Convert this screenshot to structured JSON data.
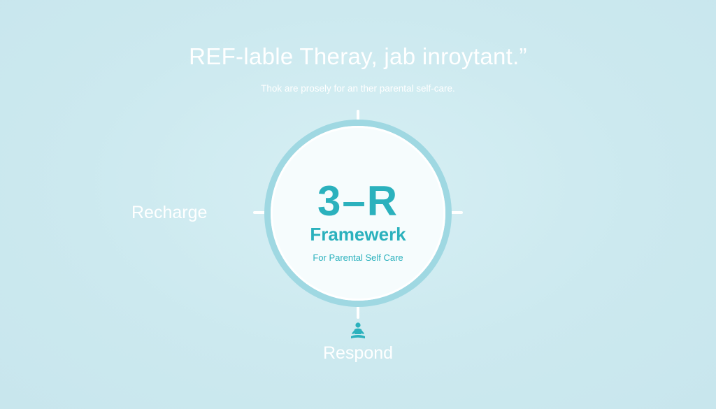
{
  "header": {
    "title": "REF-lable Theray, jab inroytant.”",
    "subtitle": "Thok are prosely for an ther parental self-care."
  },
  "diagram": {
    "center_title": "3–R",
    "center_subtitle": "Framewerk",
    "center_caption": "For Parental Self Care",
    "nodes": {
      "left": "Recharge",
      "bottom": "Respond"
    },
    "icons": {
      "bottom": "meditating-person-icon"
    },
    "colors": {
      "background": "#cdeaf0",
      "ring": "#9fd8e2",
      "accent": "#2bb1bd",
      "inner": "#f6fcfd",
      "text_light": "#ffffff"
    }
  }
}
